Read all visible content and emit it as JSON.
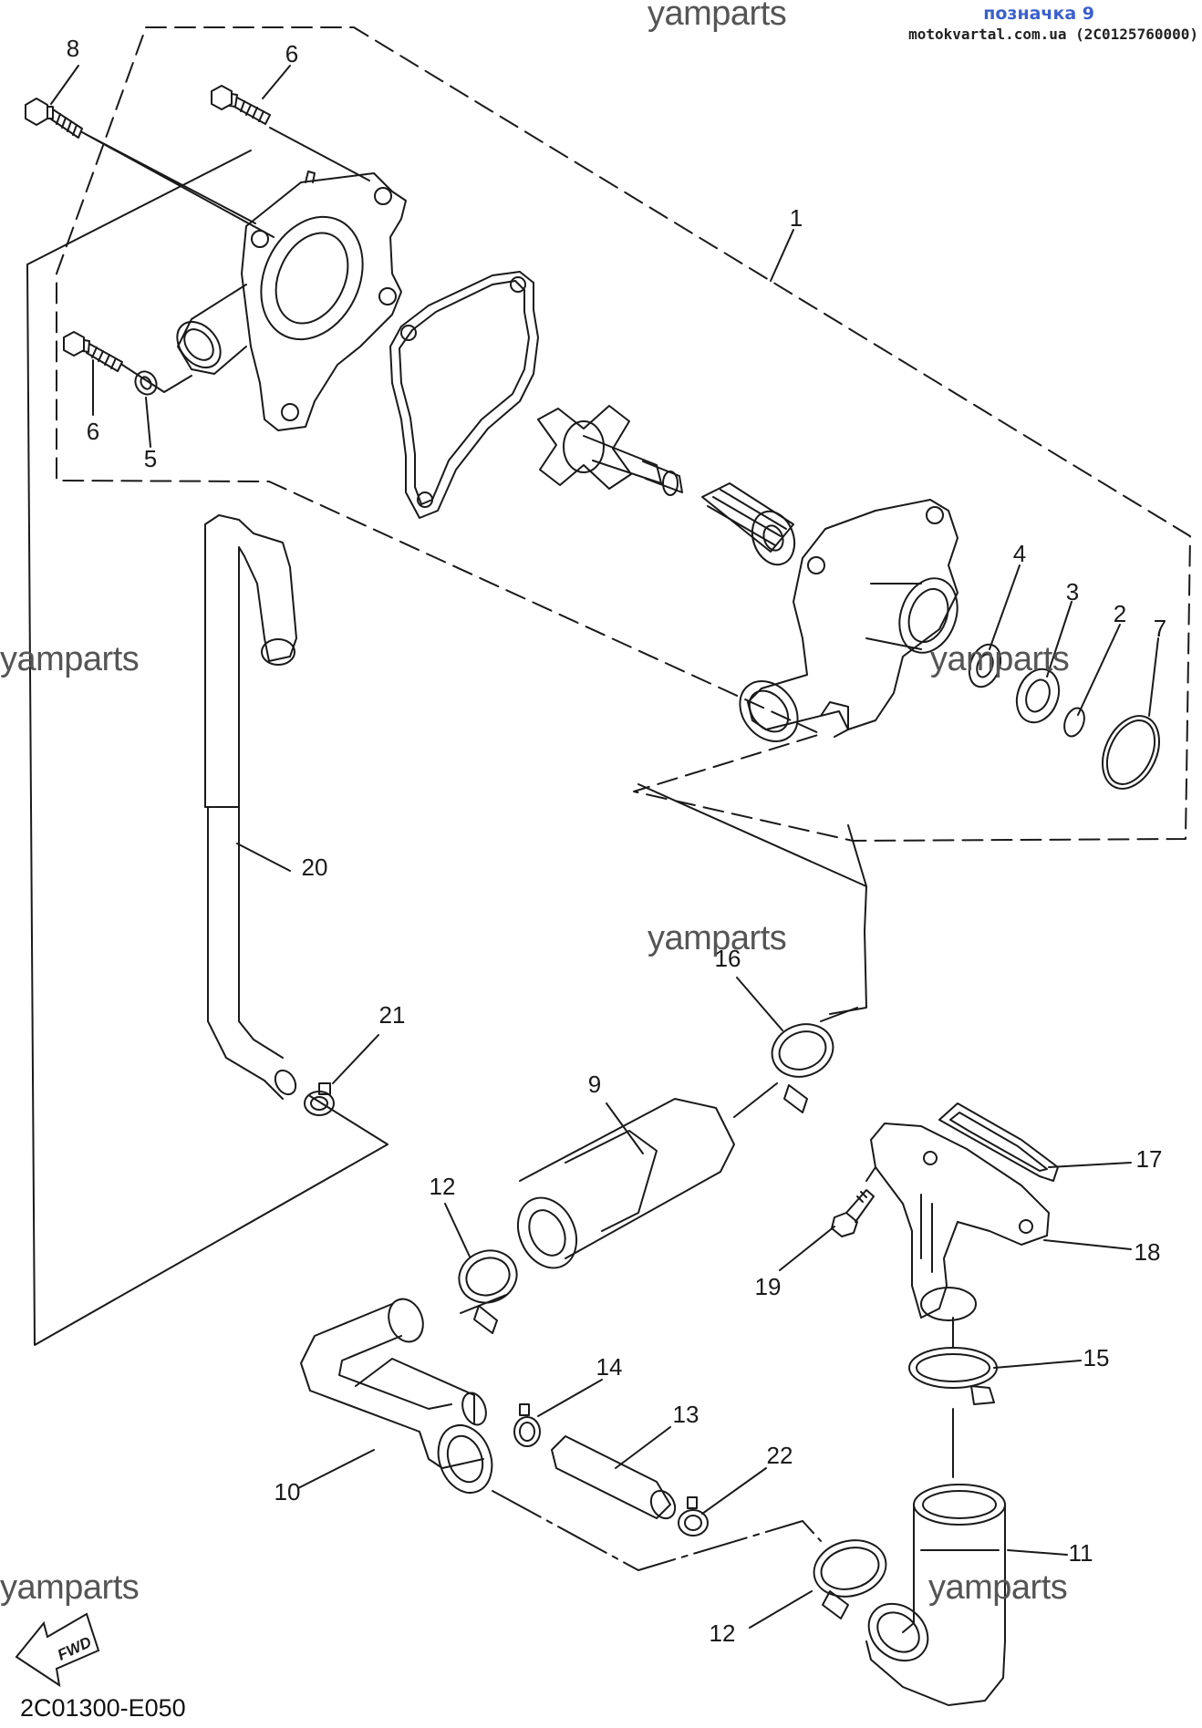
{
  "header": {
    "tag": "позначка 9",
    "url": "motokvartal.com.ua (2C0125760000)"
  },
  "watermarks": [
    "yamparts",
    "yamparts",
    "yamparts",
    "yamparts",
    "yamparts",
    "yamparts"
  ],
  "footer": {
    "diagram_code": "2C01300-E050",
    "fwd_label": "FWD"
  },
  "callouts": [
    "8",
    "6",
    "1",
    "6",
    "5",
    "4",
    "3",
    "2",
    "7",
    "20",
    "16",
    "21",
    "9",
    "12",
    "17",
    "18",
    "19",
    "14",
    "13",
    "15",
    "22",
    "10",
    "11",
    "12"
  ],
  "colors": {
    "line": "#1a1a1a",
    "watermark": "#555555",
    "tag": "#3a5fcd"
  }
}
